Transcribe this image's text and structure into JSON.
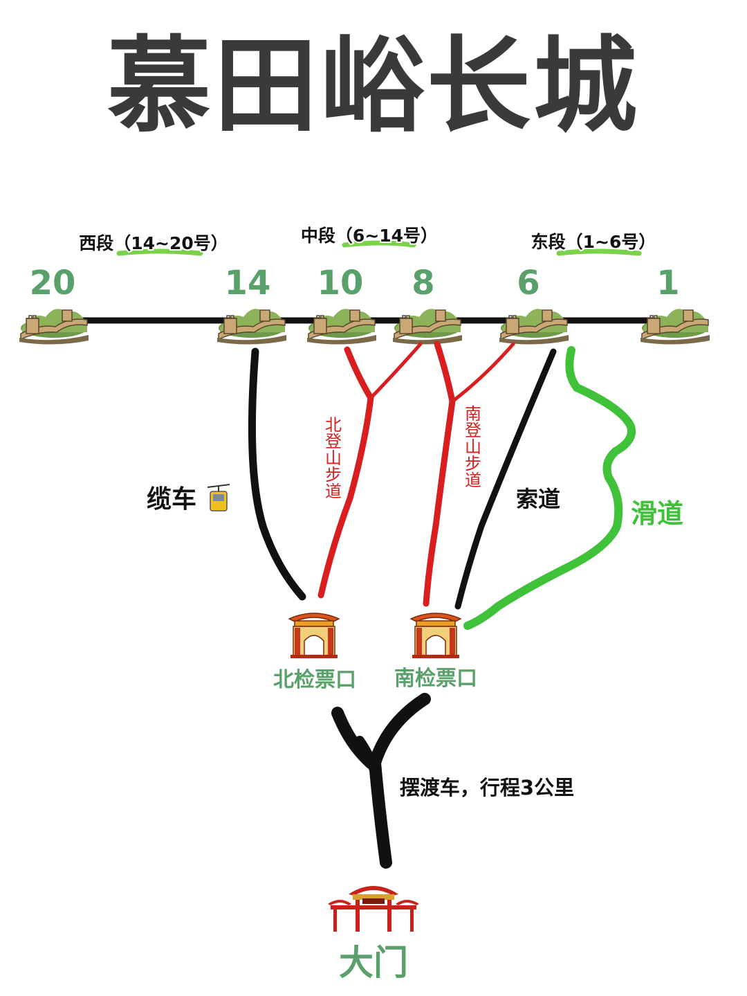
{
  "title": "慕田峪长城",
  "sections": [
    {
      "label": "西段（14~20号）"
    },
    {
      "label": "中段（6~14号）"
    },
    {
      "label": "东段（1~6号）"
    }
  ],
  "towers": [
    "20",
    "14",
    "10",
    "8",
    "6",
    "1"
  ],
  "routes": {
    "cable_car": "缆车",
    "north_trail": "北登山步道",
    "south_trail": "南登山步道",
    "ropeway": "索道",
    "slide": "滑道",
    "shuttle": "摆渡车，行程3公里"
  },
  "gates": {
    "north": "北检票口",
    "south": "南检票口",
    "main": "大门"
  },
  "colors": {
    "trail_red": "#d81e1e",
    "slide_green": "#3fc13a",
    "label_green": "#4a9a5a",
    "line_black": "#111111",
    "underline_green": "#7cd14a"
  },
  "icons": {
    "tower": "great-wall-icon",
    "gate": "chinese-gate-icon",
    "main_gate": "paifang-gate-icon",
    "cable_car": "cable-car-icon"
  }
}
